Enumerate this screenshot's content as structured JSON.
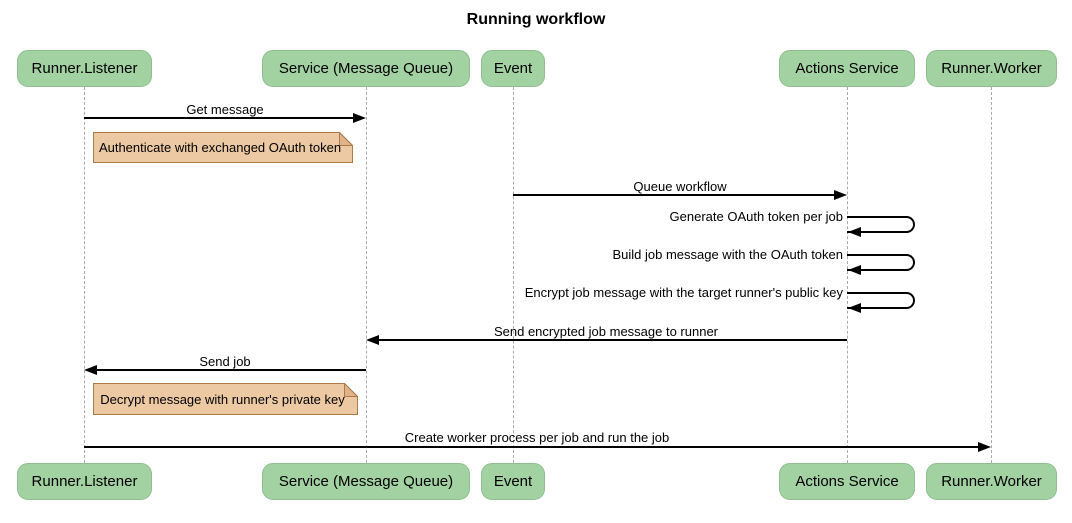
{
  "diagram": {
    "title": "Running workflow",
    "type": "sequence-diagram"
  },
  "participants": [
    {
      "id": "runner-listener",
      "label": "Runner.Listener"
    },
    {
      "id": "service-message-queue",
      "label": "Service (Message Queue)"
    },
    {
      "id": "event",
      "label": "Event"
    },
    {
      "id": "actions-service",
      "label": "Actions Service"
    },
    {
      "id": "runner-worker",
      "label": "Runner.Worker"
    }
  ],
  "messages": [
    {
      "label": "Get message",
      "from": "Runner.Listener",
      "to": "Service (Message Queue)",
      "self": false
    },
    {
      "label": "Queue workflow",
      "from": "Event",
      "to": "Actions Service",
      "self": false
    },
    {
      "label": "Generate OAuth token per job",
      "from": "Actions Service",
      "to": "Actions Service",
      "self": true
    },
    {
      "label": "Build job message with the OAuth token",
      "from": "Actions Service",
      "to": "Actions Service",
      "self": true
    },
    {
      "label": "Encrypt job message with the target runner's public key",
      "from": "Actions Service",
      "to": "Actions Service",
      "self": true
    },
    {
      "label": "Send encrypted job message to runner",
      "from": "Actions Service",
      "to": "Service (Message Queue)",
      "self": false
    },
    {
      "label": "Send job",
      "from": "Service (Message Queue)",
      "to": "Runner.Listener",
      "self": false
    },
    {
      "label": "Create worker process per job and run the job",
      "from": "Runner.Listener",
      "to": "Runner.Worker",
      "self": false
    }
  ],
  "notes": [
    {
      "text": "Authenticate with exchanged OAuth token",
      "anchor": "Runner.Listener"
    },
    {
      "text": "Decrypt message with runner's private key",
      "anchor": "Runner.Listener"
    }
  ],
  "colors": {
    "background": "#FFFFFF",
    "participant_fill": "#A2D1A2",
    "participant_border": "#8FBF8F",
    "note_fill": "#ECC9A2",
    "note_border": "#A97B4A",
    "note_fold": "#DFB287",
    "message_line": "#000000",
    "lifeline": "#ABABAB",
    "text": "#000000"
  }
}
